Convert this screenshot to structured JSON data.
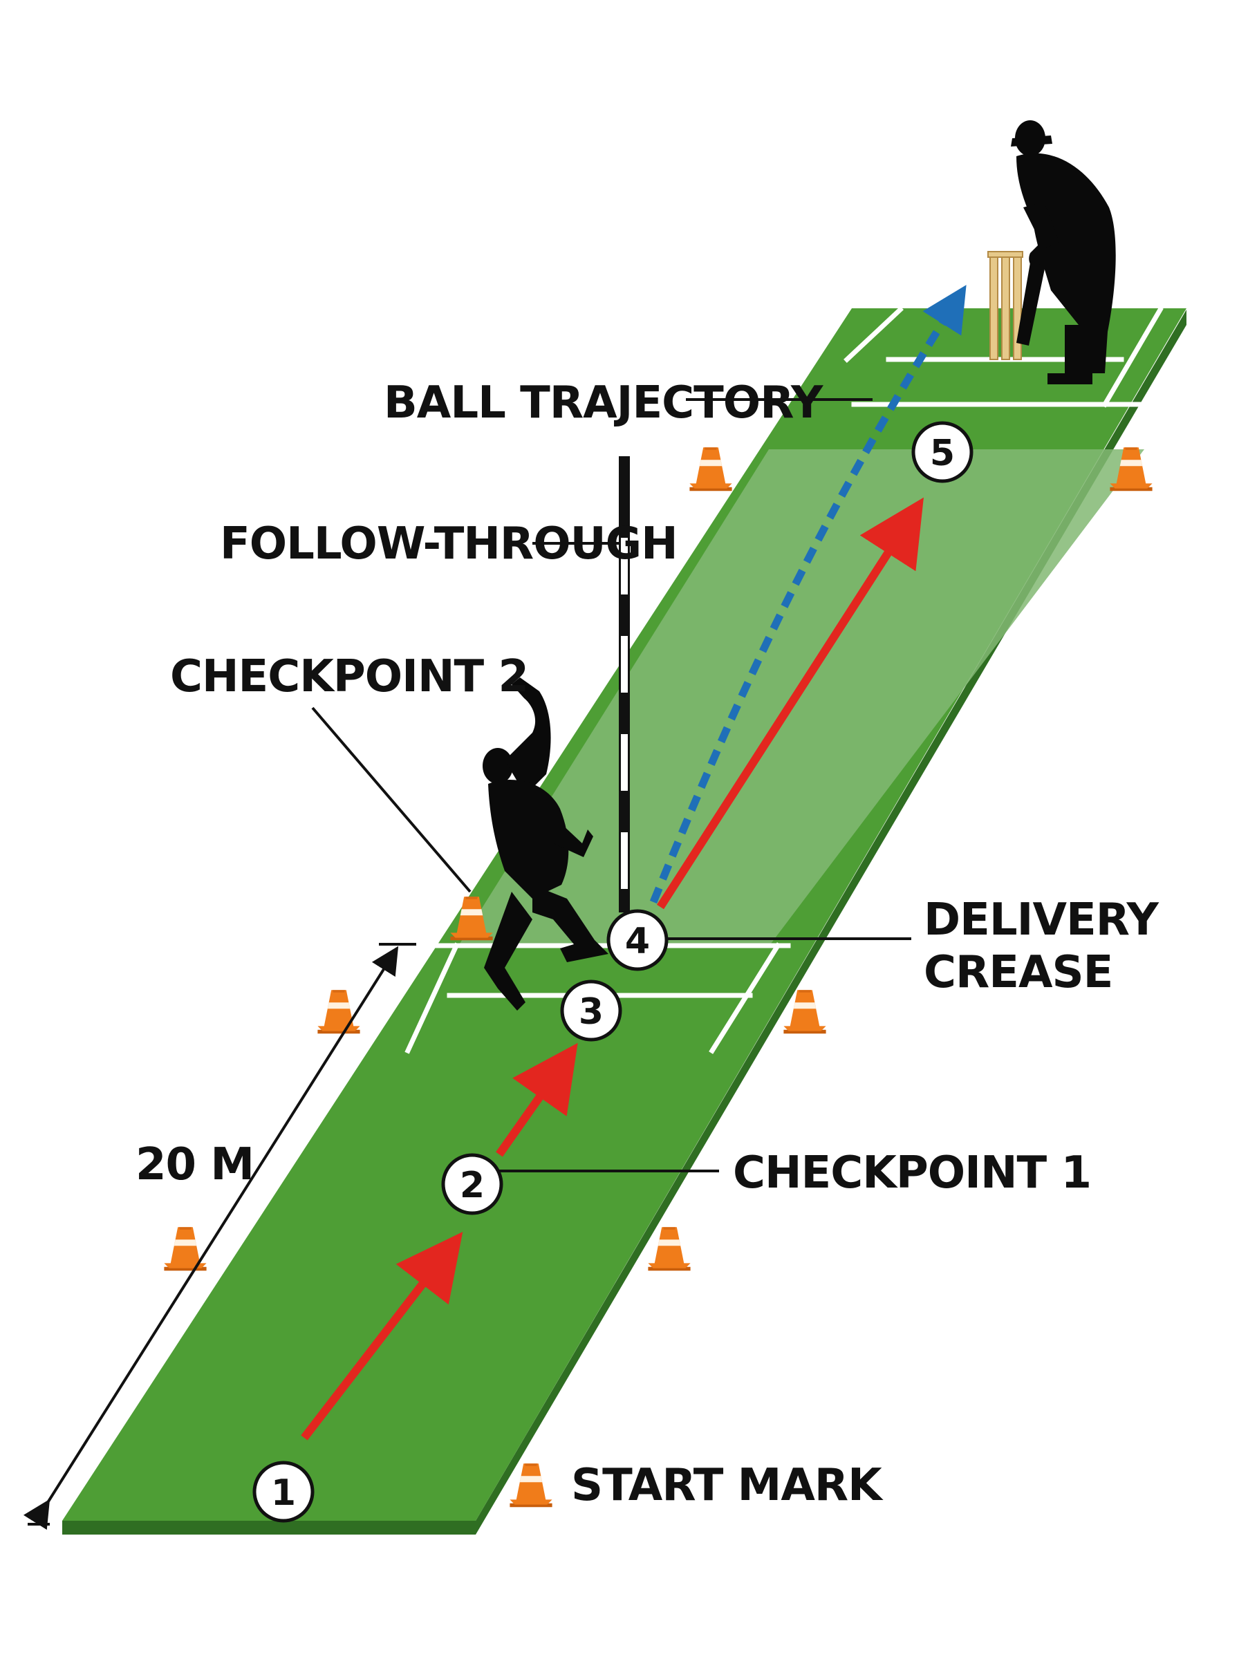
{
  "labels": {
    "ball_trajectory": "BALL TRAJECTORY",
    "follow_through": "FOLLOW-THROUGH",
    "checkpoint_2": "CHECKPOINT 2",
    "delivery_crease_line1": "DELIVERY",
    "delivery_crease_line2": "CREASE",
    "checkpoint_1": "CHECKPOINT 1",
    "start_mark": "START MARK",
    "distance": "20 M"
  },
  "markers": {
    "m1": "1",
    "m2": "2",
    "m3": "3",
    "m4": "4",
    "m5": "5"
  },
  "colors": {
    "grass": "#4e9e35",
    "grass_light": "#82b873",
    "grass_edge": "#2f6e22",
    "run_arrow": "#e3261f",
    "ball_path": "#1f6fb8",
    "cone": "#f07c1a",
    "silhouette": "#0a0a0a",
    "stumps": "#e6c98a"
  },
  "icons": {
    "cone": "cone-icon",
    "bowler": "bowler-silhouette",
    "batsman": "batsman-silhouette",
    "stumps": "stumps-icon",
    "pole": "follow-through-pole"
  }
}
